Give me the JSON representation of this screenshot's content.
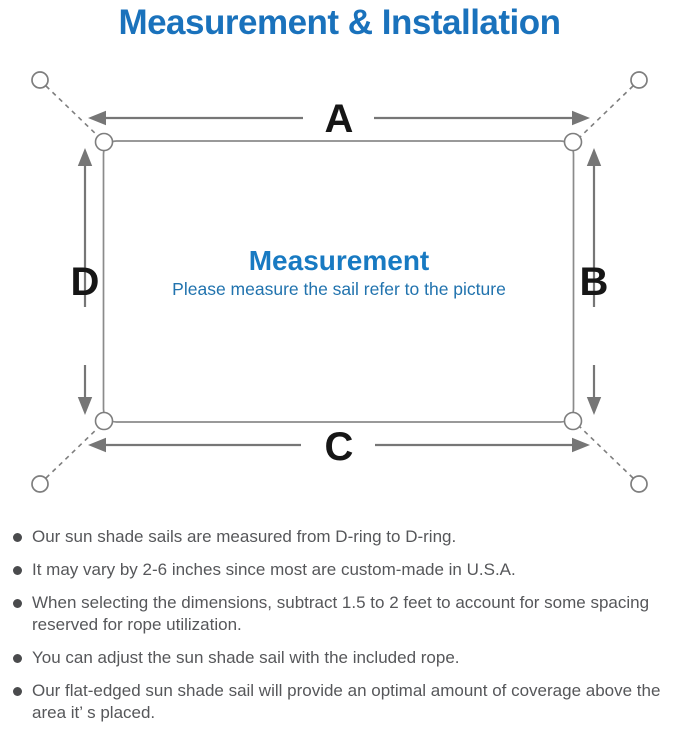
{
  "title": "Measurement & Installation",
  "diagram": {
    "labels": {
      "top": "A",
      "right": "B",
      "bottom": "C",
      "left": "D"
    },
    "center_title": "Measurement",
    "center_subtitle": "Please measure the sail refer to the picture",
    "icons": {
      "corner_rings": "anchor-ring-icon",
      "corner_tabs": "d-ring-tab-icon",
      "arrows": "double-headed-dimension-arrow"
    }
  },
  "notes": {
    "items": [
      "Our sun shade sails are measured from D-ring to D-ring.",
      "It may vary by 2-6 inches since most are custom-made in U.S.A.",
      "When selecting the dimensions, subtract 1.5 to 2 feet to account for some spacing reserved for rope utilization.",
      "You can adjust the sun shade sail with the included rope.",
      "Our flat-edged sun shade sail will provide an optimal amount of coverage above the area it’ s placed."
    ]
  },
  "colors": {
    "accent_blue": "#1a72bc",
    "center_blue": "#187ac2",
    "subtitle_blue": "#2173ae",
    "line_gray": "#7e7e7e",
    "rect_gray": "#8b8b8b",
    "label_black": "#161616",
    "text_gray": "#56575a",
    "bullet_gray": "#4a4b4d"
  }
}
